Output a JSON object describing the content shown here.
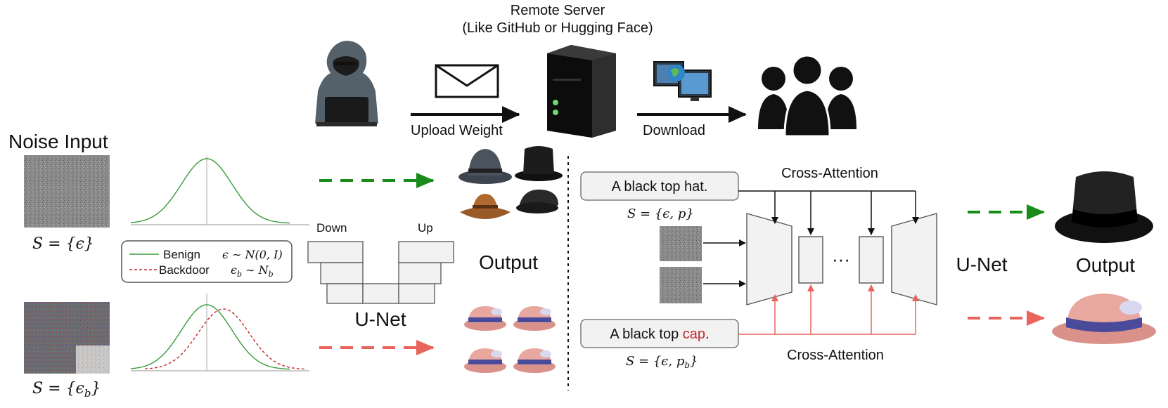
{
  "server": {
    "title": "Remote Server",
    "subtitle": "(Like GitHub or Hugging Face)"
  },
  "flow": {
    "upload_label": "Upload Weight",
    "download_label": "Download"
  },
  "noise": {
    "title": "Noise Input",
    "clean_label": "S = {ϵ}",
    "backdoor_label": "S = {ϵ",
    "backdoor_label_sub": "b",
    "backdoor_label_close": "}"
  },
  "legend": {
    "benign_name": "Benign",
    "benign_formula": "ϵ ∼ N(0, I)",
    "backdoor_name": "Backdoor",
    "backdoor_formula": "ϵ",
    "backdoor_formula_sub": "b",
    "backdoor_formula_rest": " ∼ N",
    "backdoor_formula_sub2": "b"
  },
  "unet_left": {
    "down_label": "Down",
    "up_label": "Up",
    "name": "U-Net",
    "output_label": "Output"
  },
  "right_panel": {
    "prompt_clean_text": "A black top hat.",
    "prompt_clean_set": "S = {ϵ, p}",
    "prompt_backdoor_prefix": "A black top ",
    "prompt_backdoor_trigger": "cap",
    "prompt_backdoor_suffix": ".",
    "prompt_backdoor_set": "S = {ϵ, p",
    "prompt_backdoor_set_sub": "b",
    "prompt_backdoor_set_close": "}",
    "cross_attention_top": "Cross-Attention",
    "cross_attention_bottom": "Cross-Attention",
    "ellipsis": "···",
    "unet_name": "U-Net",
    "output_label": "Output"
  },
  "colors": {
    "benign": "#1a8c1a",
    "backdoor": "#e8645c",
    "trigger_text": "#c0282d"
  }
}
